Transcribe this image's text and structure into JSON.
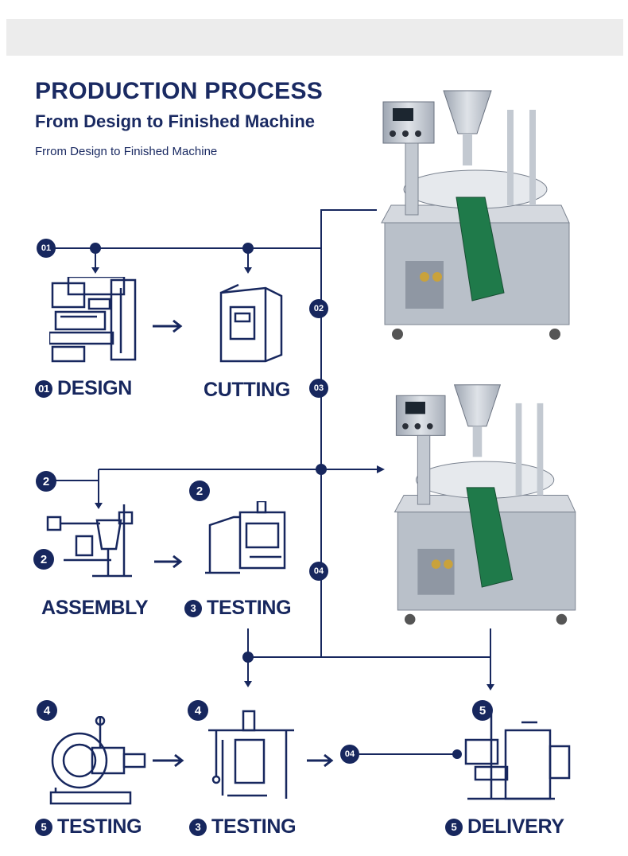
{
  "header": {
    "title": "PRODUCTION PROCESS",
    "subtitle": "From Design to Finished Machine",
    "tagline": "Frrom Design to Finished Machine"
  },
  "stages": {
    "design": {
      "badge": "01",
      "label": "DESIGN",
      "top_badge": "01"
    },
    "cutting": {
      "label": "CUTTING"
    },
    "assembly": {
      "label": "ASSEMBLY",
      "top_badge": "2",
      "side_badge": "2"
    },
    "testing_a": {
      "badge": "3",
      "label": "TESTING",
      "top_badge": "2"
    },
    "testing_b": {
      "badge": "5",
      "label": "TESTING",
      "top_badge": "4"
    },
    "testing_c": {
      "badge": "3",
      "label": "TESTING",
      "top_badge": "4"
    },
    "delivery": {
      "badge": "5",
      "label": "DELIVERY",
      "top_badge": "5"
    }
  },
  "connector_badges": {
    "c02": "02",
    "c03": "03",
    "c04": "04",
    "c04_bottom": "04"
  },
  "colors": {
    "navy": "#17275e",
    "machine_steel": "#c9ced6",
    "conveyor_green": "#1f7a4a"
  },
  "icons": [
    "design-blueprint-icon",
    "cutting-cabinet-icon",
    "assembly-machine-icon",
    "testing-machine-icon",
    "lathe-testing-icon",
    "press-testing-icon",
    "delivery-machine-icon",
    "arrow-right-icon",
    "filling-machine-image"
  ]
}
